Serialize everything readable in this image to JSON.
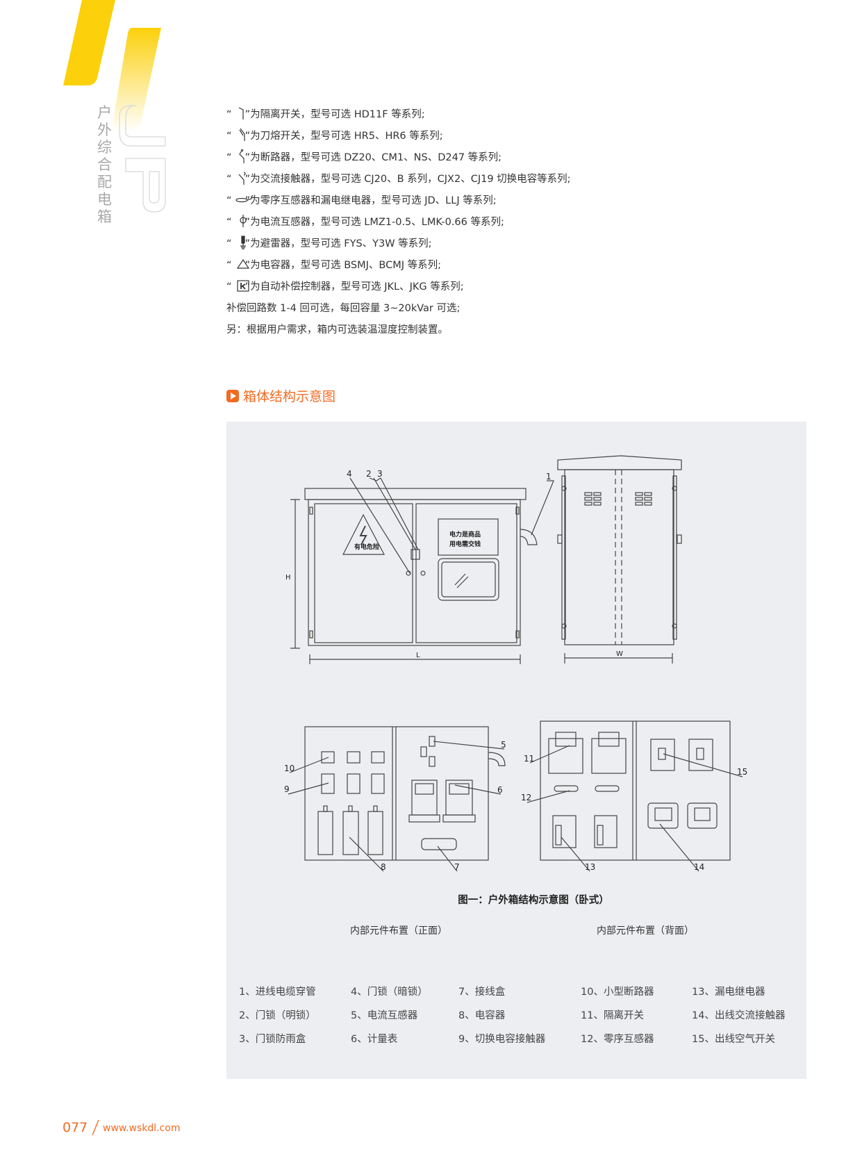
{
  "side_title": "户外综合配电箱",
  "side_logo": "JP",
  "specs": [
    {
      "icon": "isolating-switch",
      "symbol": "⟋",
      "text": "“　 ”为隔离开关，型号可选 HD11F 等系列;"
    },
    {
      "icon": "fuse-switch",
      "symbol": "⫽",
      "text": "“　 ”为刀熔开关，型号可选 HR5、HR6 等系列;"
    },
    {
      "icon": "circuit-breaker",
      "symbol": "╲",
      "text": "“　 ”为断路器，型号可选 DZ20、CM1、NS、D247 等系列;"
    },
    {
      "icon": "contactor",
      "symbol": "╲",
      "text": "“　 ”为交流接触器，型号可选 CJ20、B 系列，CJX2、CJ19 切换电容等系列;"
    },
    {
      "icon": "zero-sequence-ct",
      "symbol": "⊸",
      "text": "“　 ”为零序互感器和漏电继电器，型号可选 JD、LLJ 等系列;"
    },
    {
      "icon": "current-transformer",
      "symbol": "ϕ",
      "text": "“　 ”为电流互感器，型号可选 LMZ1-0.5、LMK-0.66 等系列;"
    },
    {
      "icon": "surge-arrester",
      "symbol": "⏚",
      "text": "“　 ”为避雷器，型号可选 FYS、Y3W 等系列;"
    },
    {
      "icon": "capacitor",
      "symbol": "△",
      "text": "“　 ”为电容器，型号可选 BSMJ、BCMJ 等系列;"
    },
    {
      "icon": "compensation-controller",
      "symbol": "k",
      "text": "“　 ”为自动补偿控制器，型号可选 JKL、JKG 等系列;"
    },
    {
      "text": "补偿回路数 1-4 回可选，每回容量 3~20kVar 可选;"
    },
    {
      "text": "另：根据用户需求，箱内可选装温湿度控制装置。"
    }
  ],
  "section_title": "箱体结构示意图",
  "diagram": {
    "warning": "有电危险",
    "sign_line1": "电力是商品",
    "sign_line2": "用电需交钱",
    "dim_h": "H",
    "dim_l": "L",
    "dim_w": "W",
    "n1": "1",
    "n2": "2",
    "n3": "3",
    "n4": "4",
    "n5": "5",
    "n6": "6",
    "n7": "7",
    "n8": "8",
    "n9": "9",
    "n10": "10",
    "n11": "11",
    "n12": "12",
    "n13": "13",
    "n14": "14",
    "n15": "15"
  },
  "caption": "图一：户外箱结构示意图（卧式）",
  "sub_front": "内部元件布置（正面）",
  "sub_back": "内部元件布置（背面）",
  "legend": [
    [
      "1、进线电缆穿管",
      "2、门锁（明锁）",
      "3、门锁防雨盒"
    ],
    [
      "4、门锁（暗锁）",
      "5、电流互感器",
      "6、计量表"
    ],
    [
      "7、接线盒",
      "8、电容器",
      "9、切换电容接触器"
    ],
    [
      "10、小型断路器",
      "11、隔离开关",
      "12、零序互感器"
    ],
    [
      "13、漏电继电器",
      "14、出线交流接触器",
      "15、出线空气开关"
    ]
  ],
  "footer": {
    "page": "077",
    "url": "www.wskdl.com"
  },
  "colors": {
    "accent": "#f26a21",
    "yellow": "#fcd00a",
    "panel": "#eceef1"
  }
}
